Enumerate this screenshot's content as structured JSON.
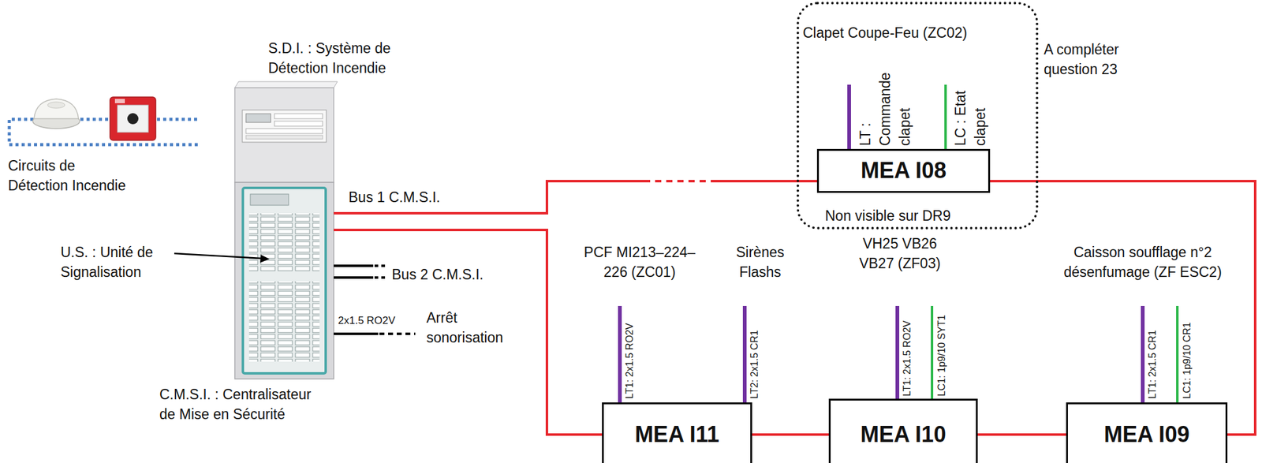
{
  "diagram": {
    "nodes": [
      {
        "text": [
          "Clapet Coupe-Feu (ZC02)",
          "Non visible sur DR9"
        ]
      },
      {
        "text": [
          "MEA I08"
        ],
        "in": 0
      },
      {
        "text": [
          "MEA I11"
        ]
      },
      {
        "text": [
          "MEA I10"
        ]
      },
      {
        "text": [
          "MEA I09"
        ]
      }
    ],
    "edges": [
      {
        "from": 2,
        "to": 3,
        "arrow": "none"
      },
      {
        "from": 3,
        "to": 4,
        "arrow": "none"
      },
      {
        "from": 4,
        "to": 1,
        "arrow": "none"
      }
    ],
    "labels": [
      "S.D.I. : Système de Détection Incendie",
      "Circuits de Détection Incendie",
      "Bus 1 C.M.S.I.",
      "U.S. : Unité de Signalisation",
      "Bus 2 C.M.S.I.",
      "2x1.5 RO2V",
      "Arrêt sonorisation",
      "C.M.S.I. : Centralisateur de Mise en Sécurité",
      "A compléter question 23",
      "LT : Commande clapet",
      "LC : Etat clapet",
      "PCF MI213–224–226 (ZC01)",
      "Sirènes Flashs",
      "VH25 VB26 VB27 (ZF03)",
      "Caisson soufflage n°2 désenfumage (ZF ESC2)",
      "LT1: 2x1.5 RO2V",
      "LT2: 2x1.5 CR1",
      "LT1: 2x1.5 RO2V",
      "LC1: 1p9/10 SYT1",
      "LT1: 2x1.5 CR1",
      "LC1: 1p9/10 CR1"
    ]
  }
}
